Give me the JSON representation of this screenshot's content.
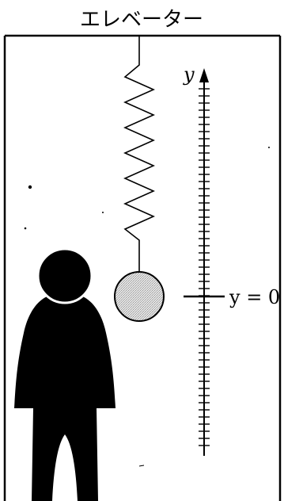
{
  "diagram": {
    "title": "エレベーター",
    "axis": {
      "label": "y",
      "zero_label": "y = 0"
    }
  },
  "colors": {
    "ink": "#000000",
    "ball_fill": "#d4d4d4"
  }
}
